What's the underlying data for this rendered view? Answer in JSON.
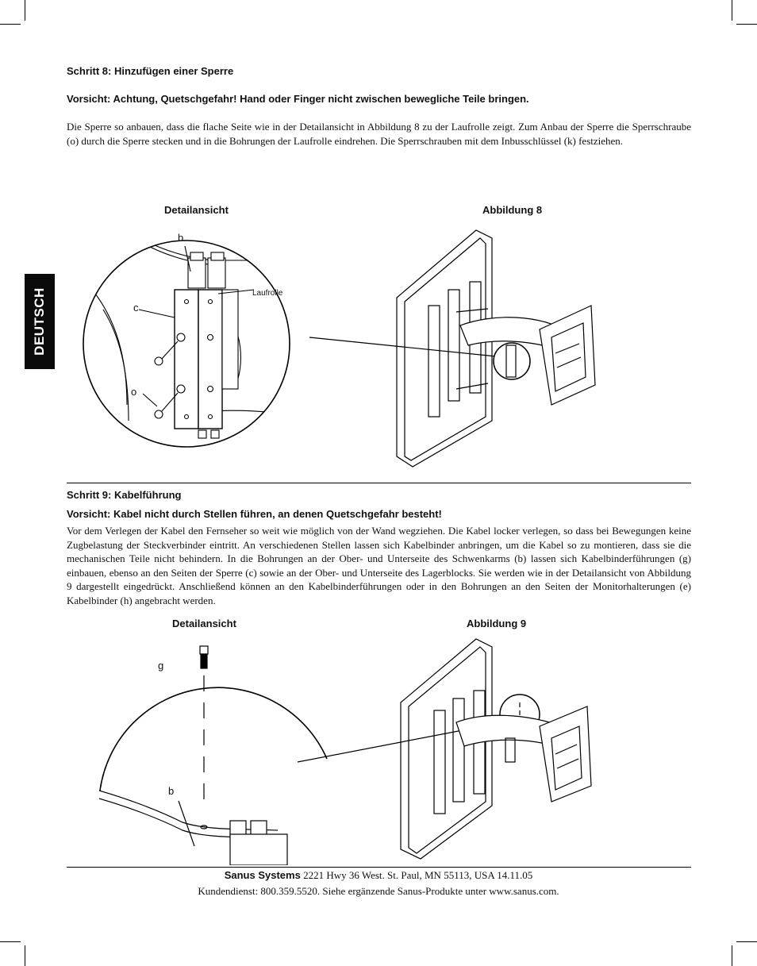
{
  "sidebar_tab": {
    "label": "DEUTSCH"
  },
  "step8": {
    "heading": "Schritt 8: Hinzufügen einer Sperre",
    "caution": "Vorsicht: Achtung, Quetschgefahr! Hand oder Finger nicht zwischen bewegliche Teile bringen.",
    "body": "Die Sperre so anbauen, dass die flache Seite wie in der Detailansicht in Abbildung 8 zu der Laufrolle zeigt. Zum Anbau der Sperre die Sperrschraube (o) durch die Sperre stecken und in die Bohrungen der Laufrolle eindrehen. Die Sperrschrauben mit dem Inbusschlüssel (k) festziehen.",
    "detail_label": "Detailansicht",
    "figure_label": "Abbildung 8",
    "callouts": {
      "b": "b",
      "c": "c",
      "o": "o",
      "laufrolle": "Laufrolle"
    }
  },
  "step9": {
    "heading": "Schritt 9: Kabelführung",
    "caution": "Vorsicht: Kabel nicht durch Stellen führen, an denen Quetschgefahr besteht!",
    "body": "Vor dem Verlegen der Kabel den Fernseher so weit wie möglich von der Wand wegziehen. Die Kabel locker verlegen, so dass bei Bewegungen keine Zugbelastung der Steckverbinder eintritt. An verschiedenen Stellen lassen sich Kabelbinder anbringen, um die Kabel so zu montieren, dass sie die mechanischen Teile nicht behindern. In die Bohrungen an der Ober- und Unterseite des Schwenkarms (b) lassen sich Kabelbinderführungen (g) einbauen, ebenso an den Seiten der Sperre (c) sowie an der Ober- und Unterseite des Lagerblocks. Sie werden wie in der Detailansicht von Abbildung 9 dargestellt eingedrückt. Anschließend können an den Kabelbinderführungen oder in den Bohrungen an den Seiten der Monitorhalterungen (e) Kabelbinder (h) angebracht werden.",
    "detail_label": "Detailansicht",
    "figure_label": "Abbildung 9",
    "callouts": {
      "g": "g",
      "b": "b"
    }
  },
  "footer": {
    "company": "Sanus Systems",
    "address": "2221 Hwy 36 West. St. Paul, MN 55113, USA  14.11.05",
    "service": "Kundendienst: 800.359.5520. Siehe ergänzende Sanus-Produkte unter www.sanus.com."
  }
}
